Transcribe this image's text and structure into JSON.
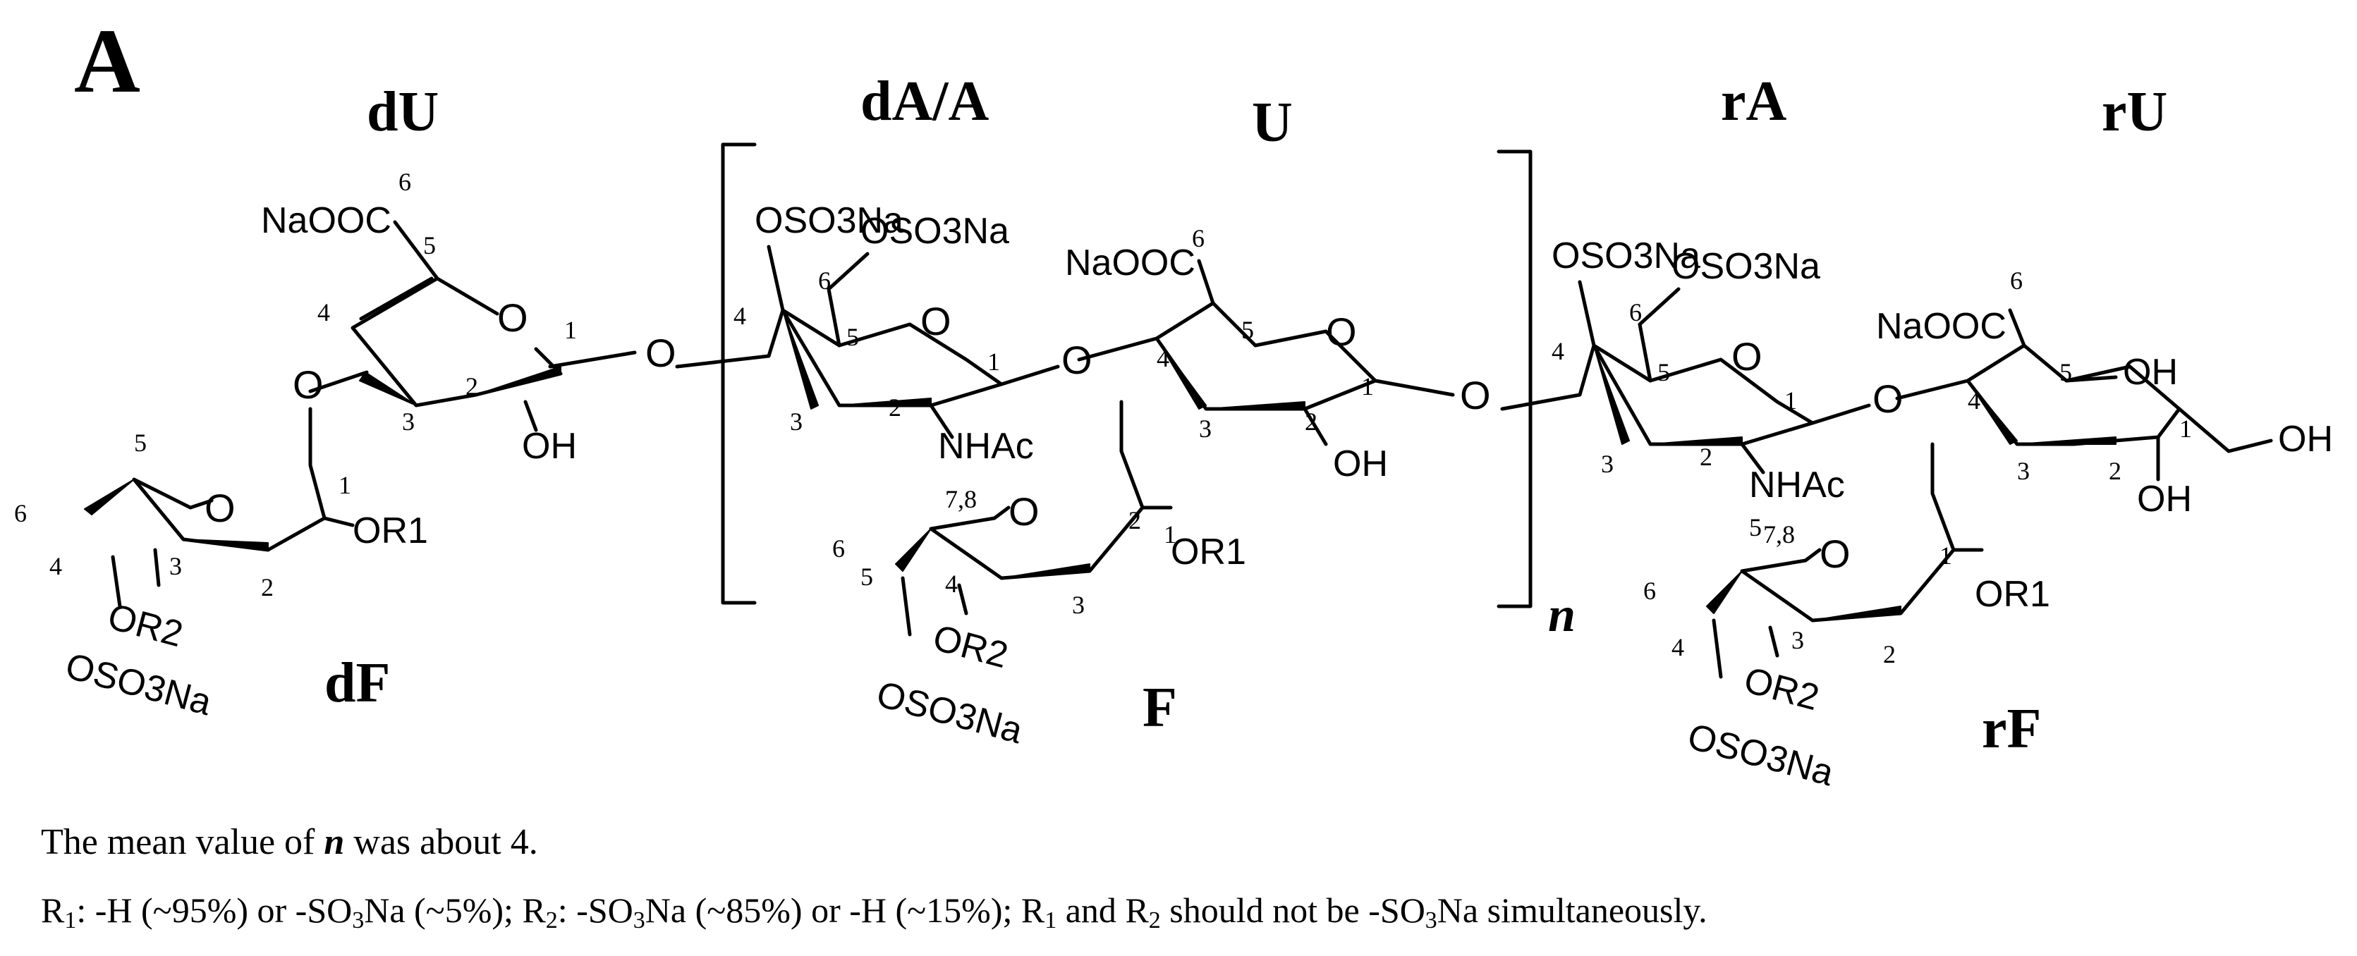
{
  "panel_label": "A",
  "residues": {
    "dU": "dU",
    "dA_A": "dA/A",
    "U": "U",
    "rA": "rA",
    "rU": "rU",
    "dF": "dF",
    "F": "F",
    "rF": "rF"
  },
  "repeat_subscript": "n",
  "groups": {
    "naooc": "NaOOC",
    "oso3na": "OSO3Na",
    "nhac": "NHAc",
    "oh": "OH",
    "or1": "OR1",
    "or2": "OR2",
    "o": "O"
  },
  "atom_numbers": [
    "1",
    "2",
    "3",
    "4",
    "5",
    "6",
    "7,8"
  ],
  "caption": {
    "line1_a": "The mean value of ",
    "line1_n": "n",
    "line1_b": " was about 4.",
    "line2": {
      "r": "R",
      "s1": "1",
      "s2": "2",
      "s3": "3",
      "p1": ": -H (~95%) or -SO",
      "p2": "Na (~5%); ",
      "p3": ": -SO",
      "p4": "Na (~85%) or -H (~15%); ",
      "p5": " and ",
      "p6": " should not be -SO",
      "p7": "Na simultaneously."
    }
  }
}
